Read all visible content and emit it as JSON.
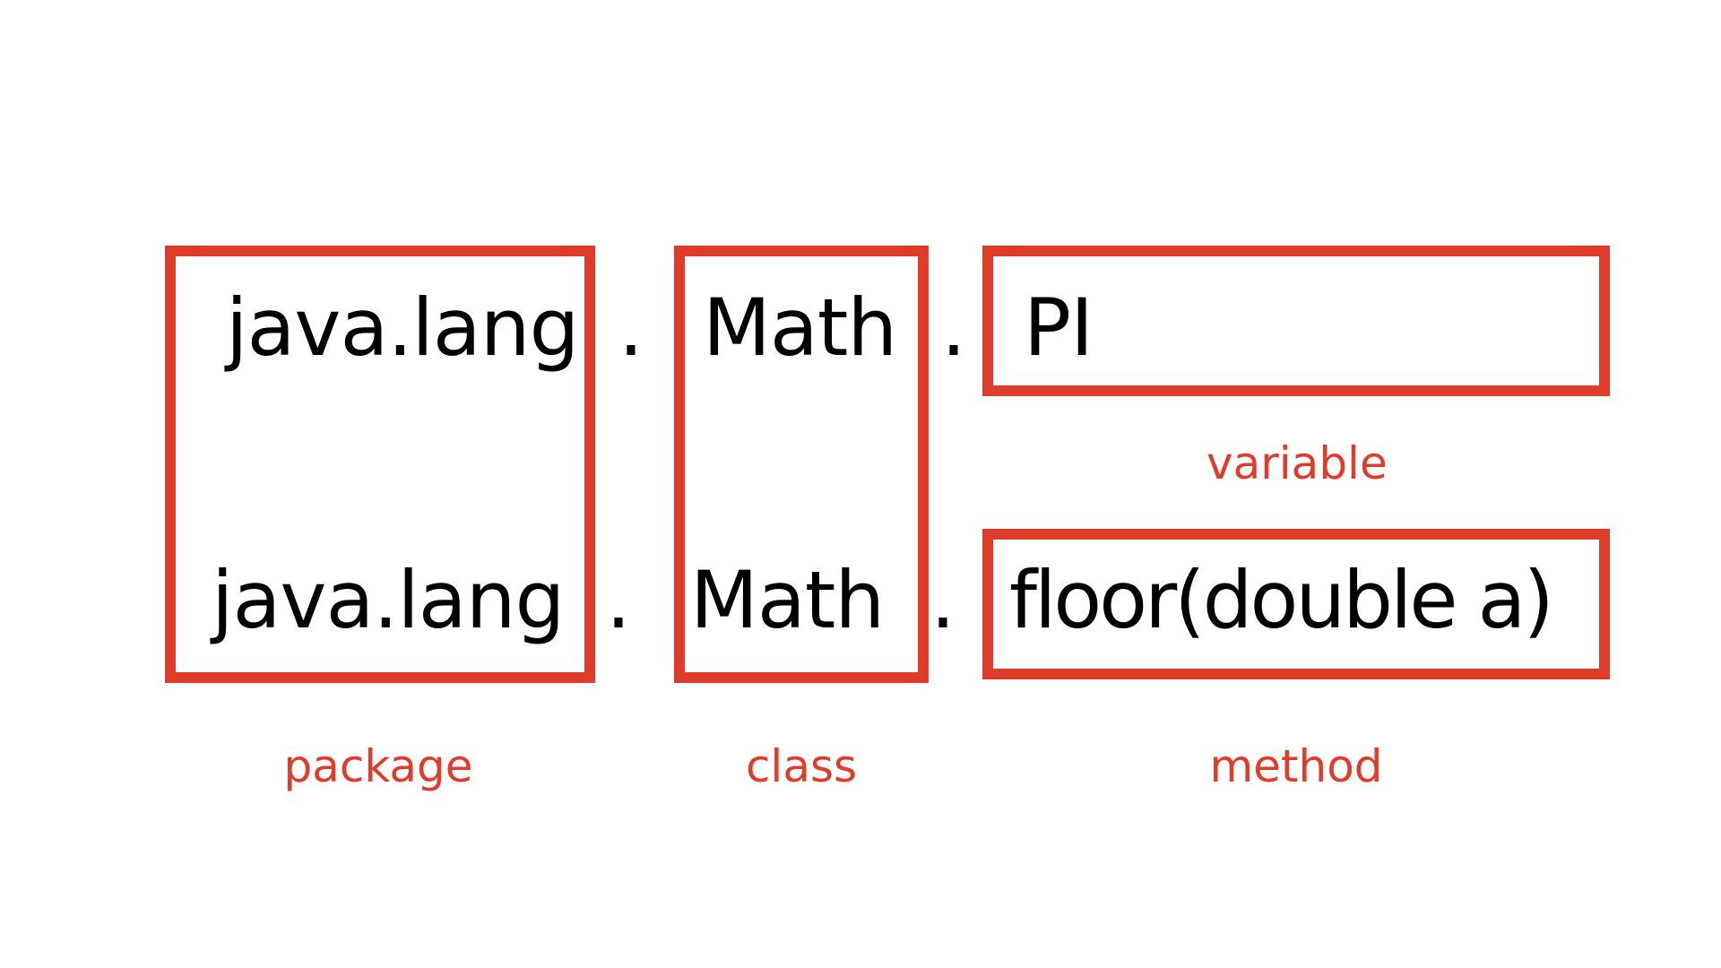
{
  "rows": [
    {
      "package": "java.lang",
      "separator1": ".",
      "class": "Math",
      "separator2": ".",
      "member": "PI"
    },
    {
      "package": "java.lang",
      "separator1": ".",
      "class": "Math",
      "separator2": ".",
      "member": "floor(double a)"
    }
  ],
  "labels": {
    "package": "package",
    "class": "class",
    "variable": "variable",
    "method": "method"
  },
  "colors": {
    "accent": "#e03c2c",
    "text": "#000000",
    "background": "#ffffff"
  }
}
